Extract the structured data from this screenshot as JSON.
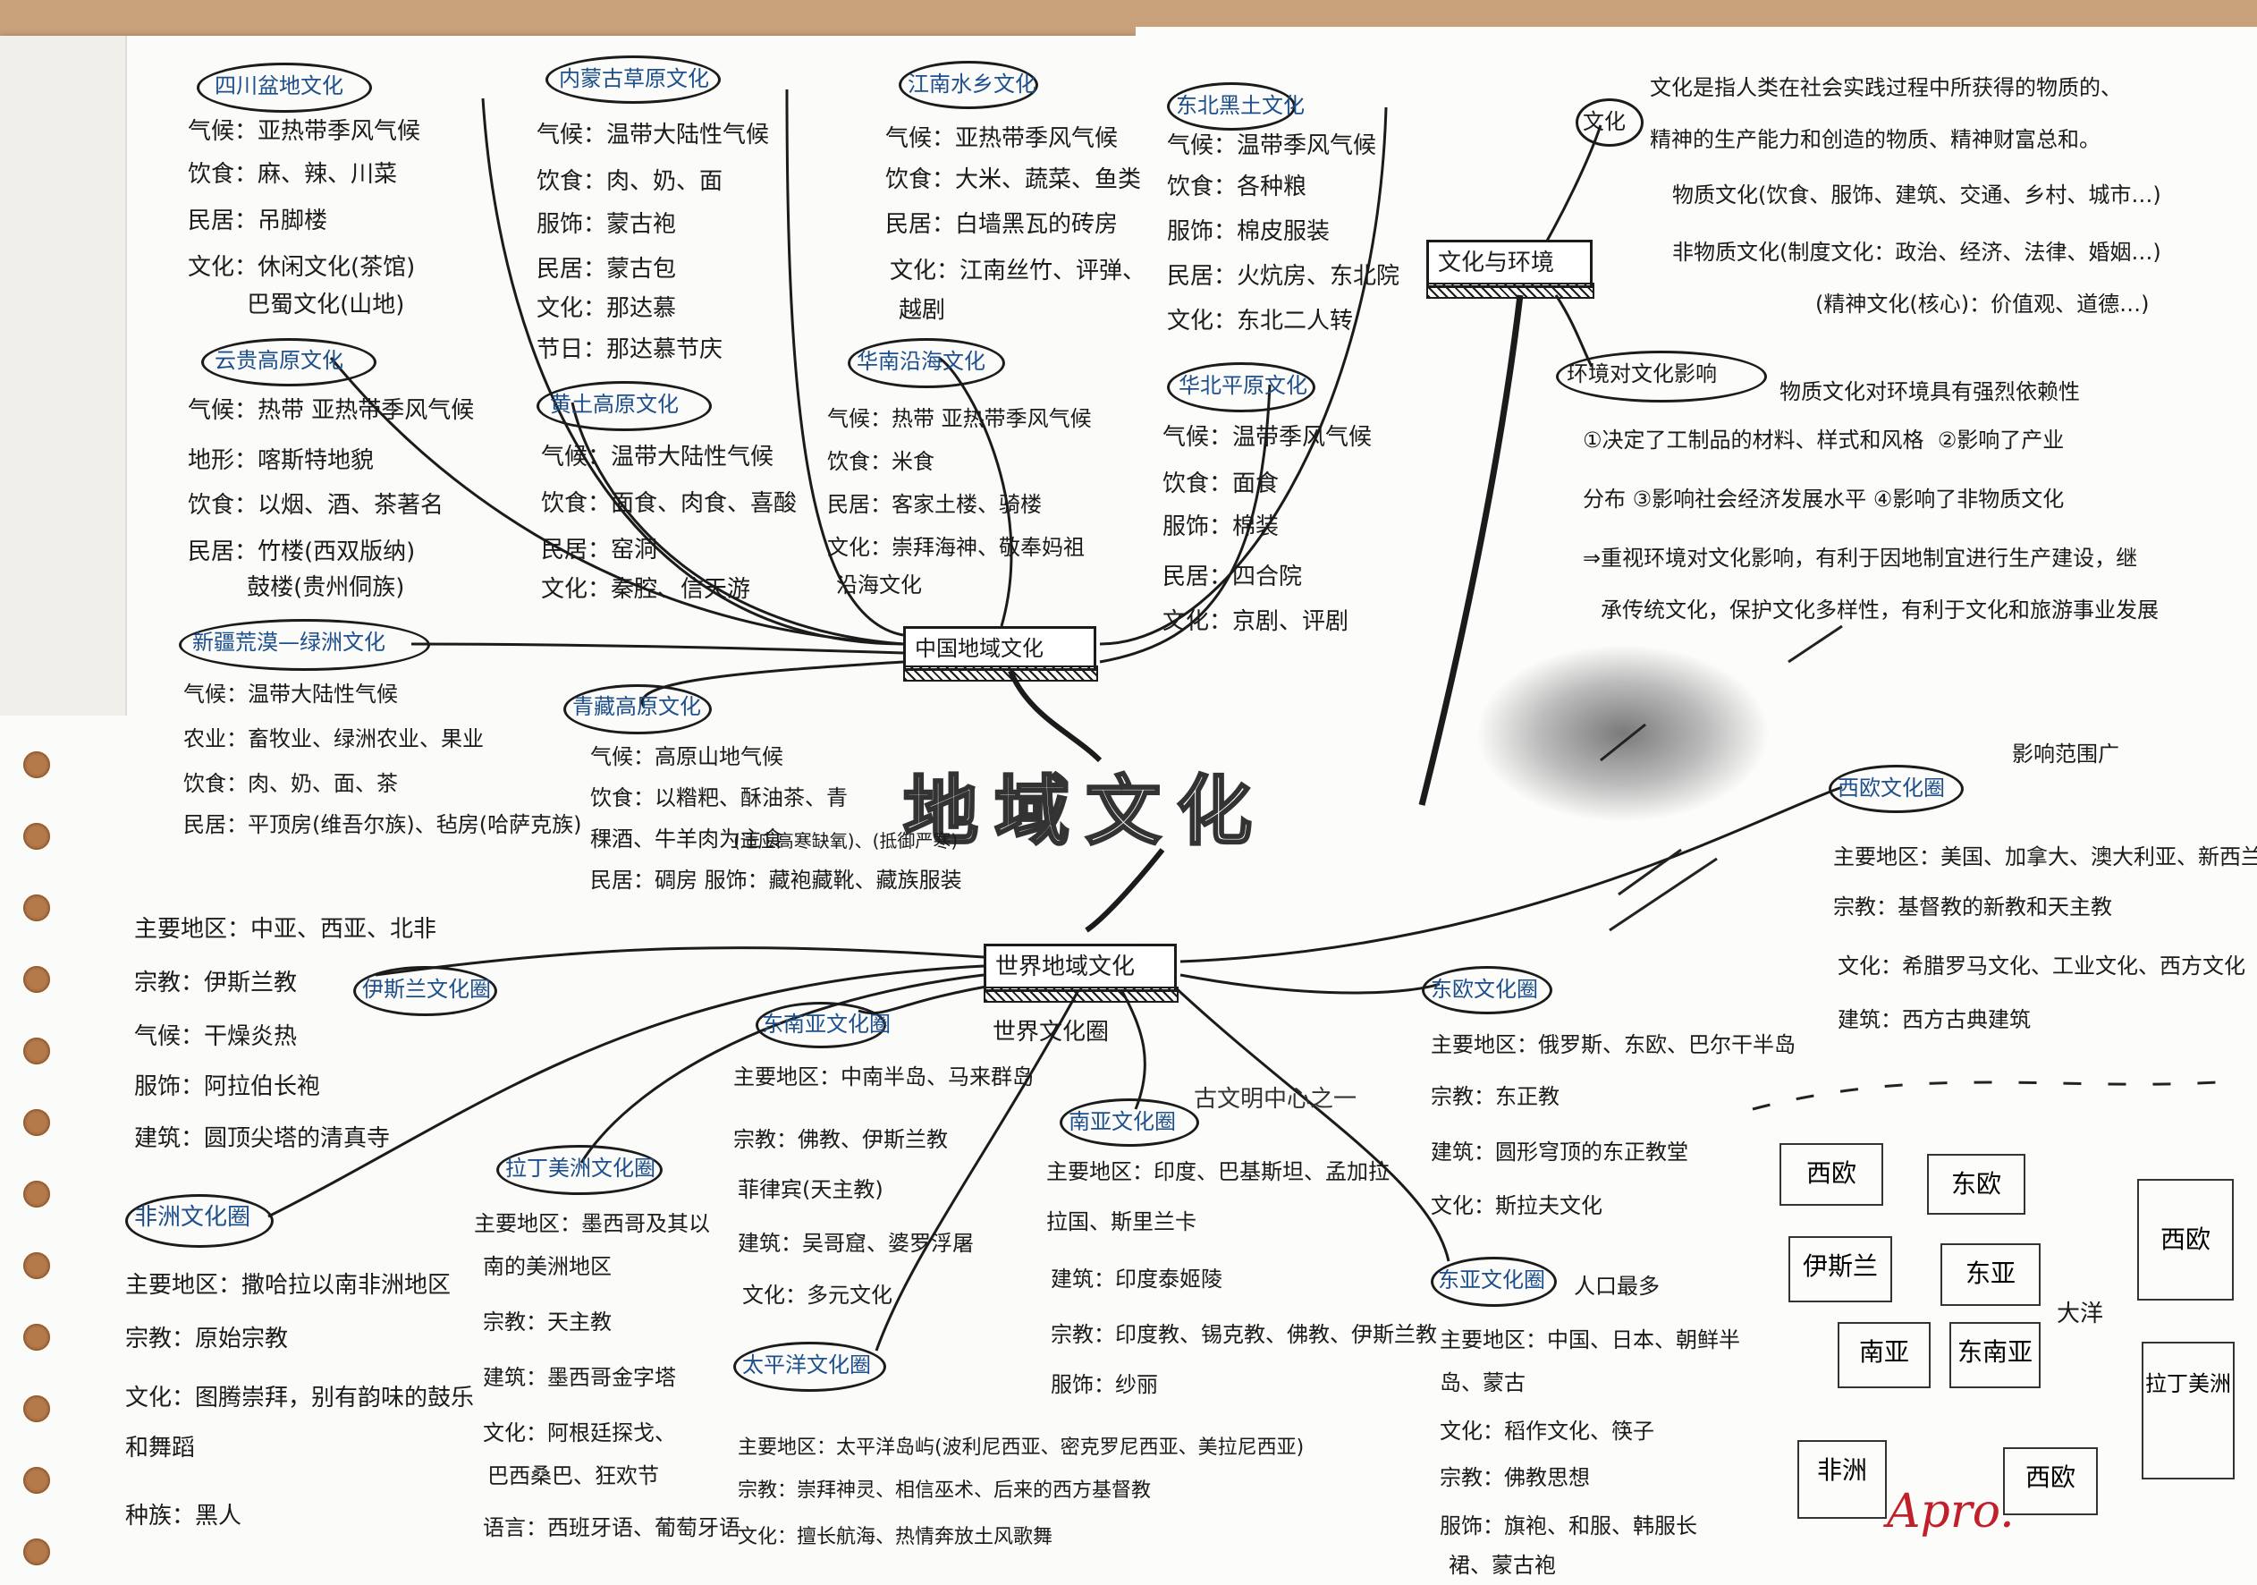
{
  "central_title": "地域文化",
  "china_hub": "中国地域文化",
  "world_hub": "世界地域文化",
  "world_sub": "世界文化圈",
  "env_hub": "文化与环境",
  "china": {
    "sichuan": {
      "title": "四川盆地文化",
      "lines": [
        "气候：亚热带季风气候",
        "饮食：麻、辣、川菜",
        "民居：吊脚楼",
        "文化：休闲文化(茶馆)",
        "        巴蜀文化(山地)"
      ]
    },
    "yungui": {
      "title": "云贵高原文化",
      "lines": [
        "气候：热带 亚热带季风气候",
        "地形：喀斯特地貌",
        "饮食：以烟、酒、茶著名",
        "民居：竹楼(西双版纳)",
        "        鼓楼(贵州侗族)"
      ]
    },
    "xinjiang": {
      "title": "新疆荒漠—绿洲文化",
      "lines": [
        "气候：温带大陆性气候",
        "农业：畜牧业、绿洲农业、果业",
        "饮食：肉、奶、面、茶",
        "民居：平顶房(维吾尔族)、毡房(哈萨克族)"
      ]
    },
    "neimeng": {
      "title": "内蒙古草原文化",
      "lines": [
        "气候：温带大陆性气候",
        "饮食：肉、奶、面",
        "服饰：蒙古袍",
        "民居：蒙古包",
        "文化：那达慕",
        "节日：那达慕节庆"
      ]
    },
    "huangtu": {
      "title": "黄土高原文化",
      "lines": [
        "气候：温带大陆性气候",
        "饮食：面食、肉食、喜酸",
        "民居：窑洞",
        "文化：秦腔、信天游"
      ]
    },
    "qingzang": {
      "title": "青藏高原文化",
      "lines": [
        "气候：高原山地气候",
        "饮食：以糌粑、酥油茶、青",
        "稞酒、牛羊肉为主食",
        "(适应高寒缺氧)、(抵御严寒)",
        "民居：碉房 服饰：藏袍藏靴、藏族服装"
      ]
    },
    "jiangnan": {
      "title": "江南水乡文化",
      "lines": [
        "气候：亚热带季风气候",
        "饮食：大米、蔬菜、鱼类",
        "民居：白墙黑瓦的砖房",
        "文化：江南丝竹、评弹、",
        "越剧"
      ]
    },
    "huanan": {
      "title": "华南沿海文化",
      "lines": [
        "气候：热带 亚热带季风气候",
        "饮食：米食",
        "民居：客家土楼、骑楼",
        "文化：崇拜海神、敬奉妈祖",
        "沿海文化"
      ]
    },
    "dongbei": {
      "title": "东北黑土文化",
      "lines": [
        "气候：温带季风气候",
        "饮食：各种粮",
        "服饰：棉皮服装",
        "民居：火炕房、东北院",
        "文化：东北二人转"
      ]
    },
    "huabei": {
      "title": "华北平原文化",
      "lines": [
        "气候：温带季风气候",
        "饮食：面食",
        "服饰：棉装",
        "民居：四合院",
        "文化：京剧、评剧"
      ]
    }
  },
  "world": {
    "islam": {
      "title": "伊斯兰文化圈",
      "lines": [
        "主要地区：中亚、西亚、北非",
        "宗教：伊斯兰教",
        "气候：干燥炎热",
        "服饰：阿拉伯长袍",
        "建筑：圆顶尖塔的清真寺"
      ]
    },
    "africa": {
      "title": "非洲文化圈",
      "lines": [
        "主要地区：撒哈拉以南非洲地区",
        "宗教：原始宗教",
        "文化：图腾崇拜，别有韵味的鼓乐",
        "和舞蹈",
        "种族：黑人"
      ]
    },
    "latin": {
      "title": "拉丁美洲文化圈",
      "lines": [
        "主要地区：墨西哥及其以",
        "南的美洲地区",
        "宗教：天主教",
        "建筑：墨西哥金字塔",
        "文化：阿根廷探戈、",
        "巴西桑巴、狂欢节",
        "语言：西班牙语、葡萄牙语"
      ]
    },
    "seasia": {
      "title": "东南亚文化圈",
      "lines": [
        "主要地区：中南半岛、马来群岛",
        "宗教：佛教、伊斯兰教",
        "菲律宾(天主教)",
        "建筑：吴哥窟、婆罗浮屠",
        "文化：多元文化"
      ]
    },
    "pacific": {
      "title": "太平洋文化圈",
      "lines": [
        "主要地区：太平洋岛屿(波利尼西亚、密克罗尼西亚、美拉尼西亚)",
        "宗教：崇拜神灵、相信巫术、后来的西方基督教",
        "文化：擅长航海、热情奔放土风歌舞"
      ]
    },
    "southasia": {
      "title": "南亚文化圈",
      "lines": [
        "主要地区：印度、巴基斯坦、孟加拉",
        "拉国、斯里兰卡",
        "建筑：印度泰姬陵",
        "宗教：印度教、锡克教、佛教、伊斯兰教",
        "服饰：纱丽"
      ]
    },
    "eastasia": {
      "title": "东亚文化圈",
      "lines": [
        "主要地区：中国、日本、朝鲜半",
        "岛、蒙古",
        "文化：稻作文化、筷子",
        "宗教：佛教思想",
        "服饰：旗袍、和服、韩服长",
        "裙、蒙古袍"
      ]
    },
    "easteurope": {
      "title": "东欧文化圈",
      "lines": [
        "主要地区：俄罗斯、东欧、巴尔干半岛",
        "宗教：东正教",
        "建筑：圆形穹顶的东正教堂",
        "文化：斯拉夫文化"
      ]
    },
    "west": {
      "title": "西欧文化圈",
      "lines": [
        "主要地区：美国、加拿大、澳大利亚、新西兰",
        "宗教：基督教的新教和天主教",
        "文化：希腊罗马文化、工业文化、西方文化",
        "建筑：西方古典建筑"
      ]
    },
    "civ_note": "古文明中心之一",
    "people_note": "人口最多",
    "west_note": "影响范围广"
  },
  "env": {
    "culture_label": "文化",
    "def": [
      "文化是指人类在社会实践过程中所获得的物质的、",
      "精神的生产能力和创造的物质、精神财富总和。"
    ],
    "material": "物质文化(饮食、服饰、建筑、交通、乡村、城市…)",
    "nonmaterial": [
      "非物质文化(制度文化：政治、经济、法律、婚姻…)",
      "(精神文化(核心)：价值观、道德…)"
    ],
    "impact_title": "环境对文化影响",
    "impact": [
      "物质文化对环境具有强烈依赖性",
      "①决定了工制品的材料、样式和风格  ②影响了产业",
      "分布 ③影响社会经济发展水平 ④影响了非物质文化",
      "⇒重视环境对文化影响，有利于因地制宜进行生产建设，继",
      "承传统文化，保护文化多样性，有利于文化和旅游事业发展"
    ]
  },
  "map_cells": [
    "西欧",
    "东欧",
    "伊斯兰",
    "东亚",
    "南亚",
    "东南亚",
    "非洲",
    "西欧",
    "大洋",
    "拉丁美洲",
    "西欧"
  ],
  "signature": "Apro."
}
